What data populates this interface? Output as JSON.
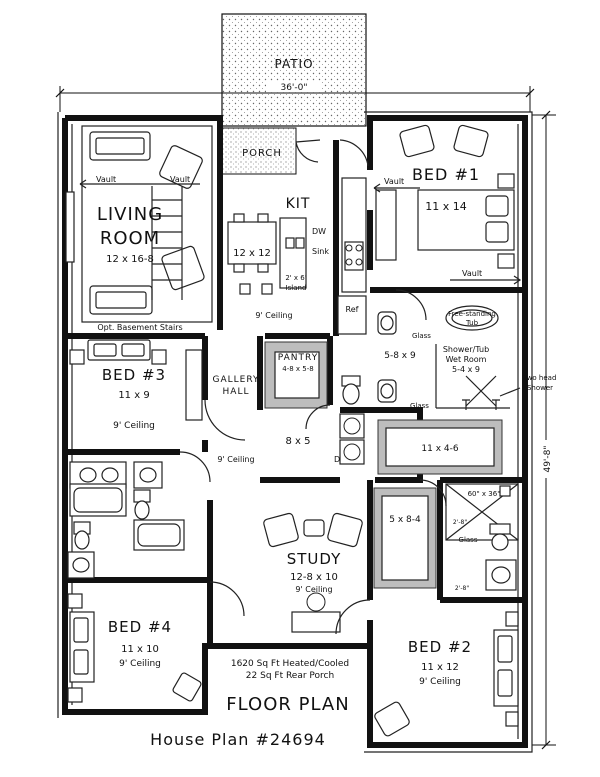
{
  "plan": {
    "patio": "PATIO",
    "width_dim": "36'-0\"",
    "depth_dim": "49'-8\"",
    "porch": "PORCH",
    "kitchen": {
      "name": "KIT",
      "dims": "12 x 12",
      "dw": "DW",
      "sink": "Sink",
      "island": "2' x 6'",
      "island2": "Island",
      "ceiling": "9' Ceiling",
      "ref": "Ref"
    },
    "living": {
      "name1": "LIVING",
      "name2": "ROOM",
      "dims": "12 x 16-8",
      "vault_left": "Vault",
      "vault_right": "Vault",
      "stairs": "Opt. Basement Stairs"
    },
    "bed1": {
      "name": "BED #1",
      "dims": "11 x 14",
      "vault_left": "Vault",
      "vault_bottom": "Vault"
    },
    "bath1": {
      "tub": "Free-standing",
      "tub2": "Tub",
      "shower": "Shower/Tub",
      "wet": "Wet Room",
      "wet_dims": "5-4 x 9",
      "glass_top": "Glass",
      "glass_bottom": "Glass",
      "two_head": "Two head",
      "two_head2": "Shower",
      "room_dims": "5-8 x 9"
    },
    "pantry": {
      "name": "PANTRY",
      "dims": "4-8 x 5-8"
    },
    "gallery": {
      "name1": "GALLERY",
      "name2": "HALL"
    },
    "bed3": {
      "name": "BED #3",
      "dims": "11 x 9",
      "ceiling": "9' Ceiling"
    },
    "hall_ceiling": "9' Ceiling",
    "laundry": {
      "dims": "8 x 5",
      "d": "D"
    },
    "closet1": {
      "dims": "11 x 4-6"
    },
    "closet2": {
      "dims": "5 x 8-4"
    },
    "bath2": {
      "shower": "60\" x 36\"",
      "dim_a": "2'-8\"",
      "glass": "Glass",
      "dim_b": "2'-8\""
    },
    "study": {
      "name": "STUDY",
      "dims": "12-8 x 10",
      "ceiling": "9' Ceiling"
    },
    "bed4": {
      "name": "BED #4",
      "dims": "11 x 10",
      "ceiling": "9' Ceiling"
    },
    "bed2": {
      "name": "BED #2",
      "dims": "11 x 12",
      "ceiling": "9' Ceiling"
    },
    "area1": "1620 Sq Ft Heated/Cooled",
    "area2": "22 Sq Ft Rear Porch",
    "title": "FLOOR PLAN",
    "house_plan": "House Plan #24694"
  }
}
